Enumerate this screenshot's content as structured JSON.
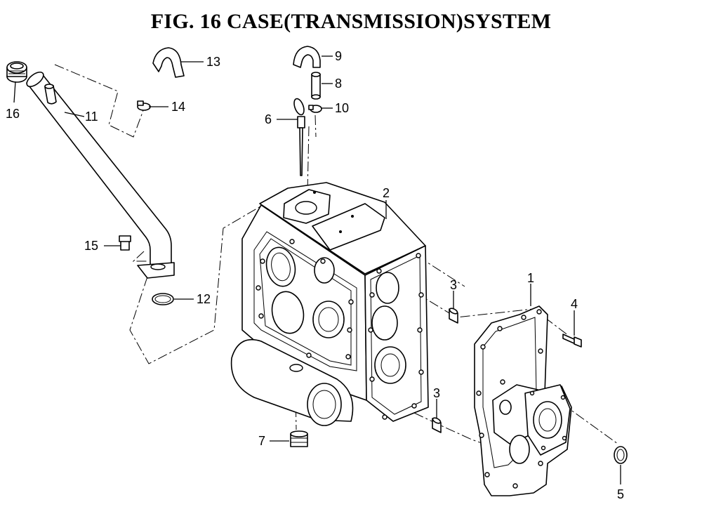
{
  "title": "FIG. 16  CASE(TRANSMISSION)SYSTEM",
  "callouts": {
    "c1": "1",
    "c2": "2",
    "c3a": "3",
    "c3b": "3",
    "c4": "4",
    "c5": "5",
    "c6": "6",
    "c7": "7",
    "c8": "8",
    "c9": "9",
    "c10": "10",
    "c11": "11",
    "c12": "12",
    "c13": "13",
    "c14": "14",
    "c15": "15",
    "c16": "16"
  },
  "parts": [
    {
      "no": "1",
      "icon": "front-cover-icon"
    },
    {
      "no": "2",
      "icon": "transmission-case-icon"
    },
    {
      "no": "3",
      "icon": "dowel-pin-icon"
    },
    {
      "no": "4",
      "icon": "bolt-icon"
    },
    {
      "no": "5",
      "icon": "oil-seal-icon"
    },
    {
      "no": "6",
      "icon": "dipstick-icon"
    },
    {
      "no": "7",
      "icon": "drain-plug-icon"
    },
    {
      "no": "8",
      "icon": "breather-pipe-icon"
    },
    {
      "no": "9",
      "icon": "hose-icon"
    },
    {
      "no": "10",
      "icon": "clamp-icon"
    },
    {
      "no": "11",
      "icon": "filler-pipe-icon"
    },
    {
      "no": "12",
      "icon": "o-ring-icon"
    },
    {
      "no": "13",
      "icon": "hose-icon"
    },
    {
      "no": "14",
      "icon": "clamp-icon"
    },
    {
      "no": "15",
      "icon": "bolt-icon"
    },
    {
      "no": "16",
      "icon": "filler-cap-icon"
    }
  ]
}
